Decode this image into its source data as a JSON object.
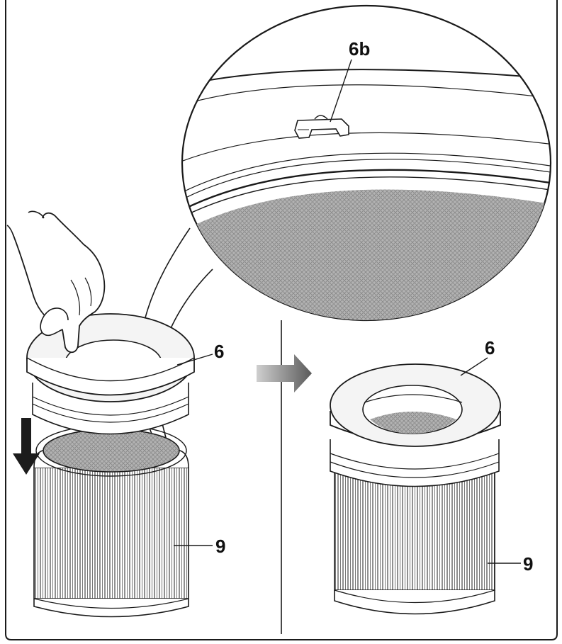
{
  "figure": {
    "callouts": {
      "zoom_part": "6b",
      "left_ring": "6",
      "left_filter": "9",
      "right_ring": "6",
      "right_filter": "9"
    },
    "colors": {
      "line": "#1a1a1a",
      "mesh": "#9a9a9a",
      "ring_fill": "#f4f4f4",
      "arrow_gray": "#6e6e6e",
      "arrow_black": "#1c1c1c"
    },
    "icons": {
      "hand": "hand-icon",
      "down_arrow": "down-arrow-icon",
      "transition_arrow": "right-arrow-icon"
    }
  }
}
